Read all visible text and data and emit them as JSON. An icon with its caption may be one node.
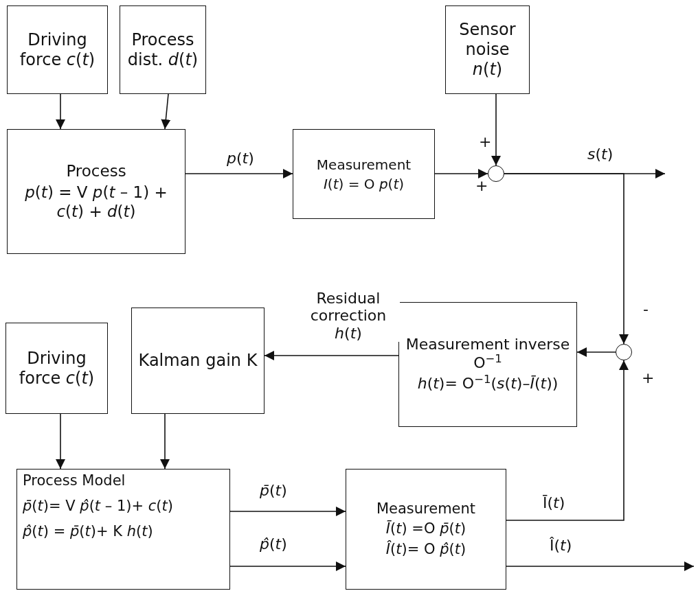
{
  "diagram": {
    "nodes": [
      {
        "text": [
          "Driving force *c*(*t*)"
        ]
      },
      {
        "text": [
          "Process dist. *d*(*t*)"
        ]
      },
      {
        "text": [
          "Sensor noise *n*(*t*)"
        ]
      },
      {
        "text": [
          "Process",
          "*p*(*t*) = V *p*(*t* – 1) + *c*(*t*) + *d*(*t*)"
        ]
      },
      {
        "text": [
          "Measurement",
          "*I*(*t*) = O *p*(*t*)"
        ]
      },
      {
        "text": [],
        "shape": "circle"
      },
      {
        "text": [
          "Measurement inverse O$^{−1}$",
          "*h*(*t*)= O$^{−1}$(*s*(*t*)–*Ī*(*t*))"
        ]
      },
      {
        "text": [],
        "shape": "circle"
      },
      {
        "text": [
          "Kalman gain K"
        ]
      },
      {
        "text": [
          "Driving force *c*(*t*)"
        ]
      },
      {
        "text": [
          "Process Model",
          "*p̄*(*t*)= V *p̂*(*t* – 1)+ *c*(*t*)",
          "*p̂*(*t*) = *p̄*(*t*)+ K *h*(*t*)"
        ]
      },
      {
        "text": [
          "Measurement",
          "*Ī*(*t*) =O *p̄*(*t*)",
          "*Î*(*t*)= O *p̂*(*t*)"
        ]
      }
    ],
    "edges": [
      {
        "from": 0,
        "to": 3,
        "arrow": "to"
      },
      {
        "from": 1,
        "to": 3,
        "arrow": "to"
      },
      {
        "from": 2,
        "to": 5,
        "arrow": "to"
      },
      {
        "from": 3,
        "to": 4,
        "arrow": "to",
        "label": "*p*(*t*)"
      },
      {
        "from": 4,
        "to": 5,
        "arrow": "to"
      },
      {
        "from": 5,
        "to": null,
        "arrow": "to",
        "label": "*s*(*t*)"
      },
      {
        "from": 5,
        "to": 7,
        "arrow": "to"
      },
      {
        "from": 7,
        "to": 6,
        "arrow": "to"
      },
      {
        "from": 6,
        "to": 8,
        "arrow": "to",
        "label": "Residual correction *h*(*t*)"
      },
      {
        "from": 9,
        "to": 10,
        "arrow": "to"
      },
      {
        "from": 8,
        "to": 10,
        "arrow": "to"
      },
      {
        "from": 10,
        "to": 11,
        "arrow": "to",
        "label": "*p̄*(*t*)"
      },
      {
        "from": 10,
        "to": 11,
        "arrow": "to",
        "label": "*p̂*(*t*)"
      },
      {
        "from": 11,
        "to": 7,
        "arrow": "to",
        "label": "Ī(*t*)"
      },
      {
        "from": 11,
        "to": null,
        "arrow": "to",
        "label": "Î(*t*)"
      }
    ],
    "labels": [
      "+",
      "+",
      "-",
      "+"
    ]
  }
}
